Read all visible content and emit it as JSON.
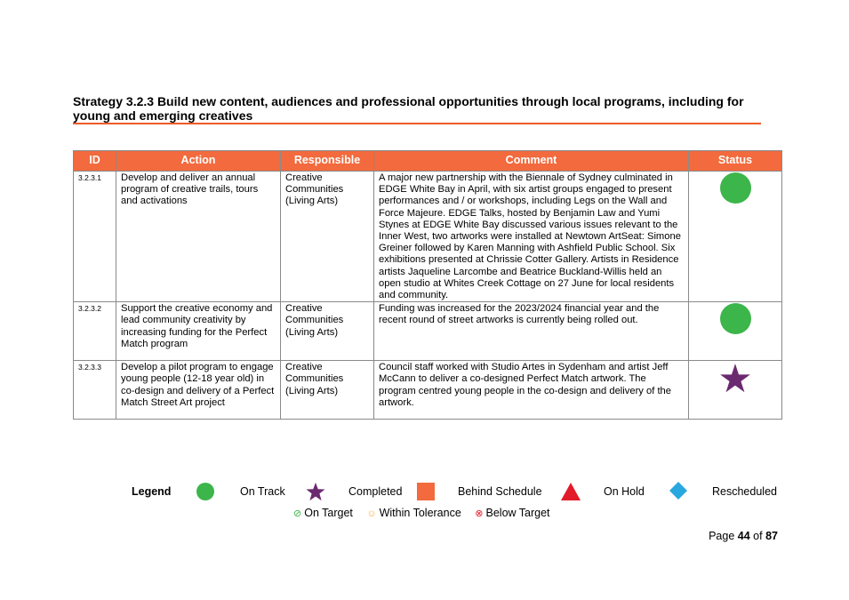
{
  "heading": "Strategy 3.2.3 Build new content, audiences and professional opportunities through local programs, including for young and emerging creatives",
  "table": {
    "headers": {
      "id": "ID",
      "action": "Action",
      "responsible": "Responsible",
      "comment": "Comment",
      "status": "Status"
    },
    "rows": [
      {
        "id": "3.2.3.1",
        "action": "Develop and deliver an annual program of creative trails, tours and activations",
        "responsible": "Creative Communities (Living Arts)",
        "comment": "A major new partnership with the Biennale of Sydney culminated in EDGE White Bay in April, with six artist groups engaged to present performances and / or workshops, including Legs on the Wall and Force Majeure. EDGE Talks, hosted by Benjamin Law and Yumi Stynes at EDGE White Bay discussed various issues relevant to the Inner West, two artworks were installed at Newtown ArtSeat: Simone Greiner followed by Karen Manning with Ashfield Public School. Six exhibitions presented at Chrissie Cotter Gallery. Artists in Residence artists Jaqueline Larcombe and Beatrice Buckland-Willis held an open studio at Whites Creek Cottage on 27 June for local residents and community.",
        "status": "on-track"
      },
      {
        "id": "3.2.3.2",
        "action": "Support the creative economy and lead community creativity by increasing funding for the Perfect Match program",
        "responsible": "Creative Communities (Living Arts)",
        "comment": "Funding was increased for the 2023/2024 financial year and the recent round of street artworks is currently being rolled out.",
        "status": "on-track"
      },
      {
        "id": "3.2.3.3",
        "action": "Develop a pilot program to engage young people (12-18 year old) in co-design and delivery of a Perfect Match Street Art project",
        "responsible": "Creative Communities (Living Arts)",
        "comment": "Council staff worked with Studio Artes in Sydenham and artist Jeff McCann to deliver a co-designed Perfect Match artwork. The program centred young people in the co-design and delivery of the artwork.",
        "status": "completed"
      }
    ]
  },
  "legend": {
    "title": "Legend",
    "items": [
      {
        "label": "On Track",
        "icon": "green-circle-icon",
        "color": "#3cb54a"
      },
      {
        "label": "Completed",
        "icon": "purple-star-icon",
        "color": "#6b2a6f"
      },
      {
        "label": "Behind Schedule",
        "icon": "orange-square-icon",
        "color": "#f26a3d"
      },
      {
        "label": "On Hold",
        "icon": "red-triangle-icon",
        "color": "#e21b2a"
      },
      {
        "label": "Rescheduled",
        "icon": "blue-diamond-icon",
        "color": "#29a8e0"
      }
    ],
    "sub": [
      {
        "label": "On Target",
        "icon": "check-circle-icon",
        "color": "#3cb54a"
      },
      {
        "label": "Within Tolerance",
        "icon": "neutral-circle-icon",
        "color": "#f5b335"
      },
      {
        "label": "Below Target",
        "icon": "x-circle-icon",
        "color": "#e21b2a"
      }
    ]
  },
  "page": {
    "prefix": "Page",
    "current": "44",
    "of": "of",
    "total": "87"
  },
  "colors": {
    "header_bg": "#f26a3d",
    "rule": "#f05a28",
    "on_track": "#3cb54a",
    "completed": "#6b2a6f"
  }
}
